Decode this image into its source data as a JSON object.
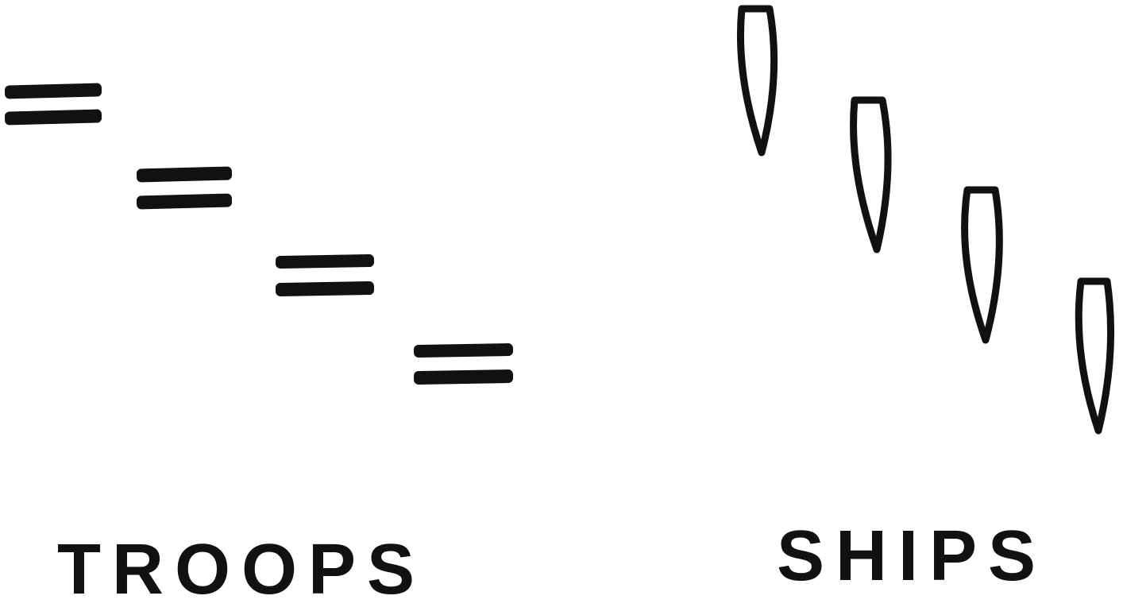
{
  "labels": {
    "troops": "TROOPS",
    "ships": "SHIPS"
  },
  "symbols": {
    "troops": {
      "count": 4,
      "icon": "double-bar-icon"
    },
    "ships": {
      "count": 4,
      "icon": "ship-hull-icon"
    }
  },
  "colors": {
    "ink": "#111111",
    "background": "#ffffff"
  }
}
